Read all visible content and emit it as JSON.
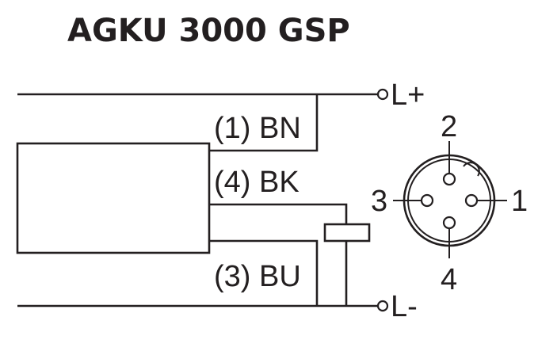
{
  "title": "AGKU 3000 GSP",
  "terminals": {
    "positive": "L+",
    "negative": "L-"
  },
  "wires": [
    {
      "label": "(1) BN"
    },
    {
      "label": "(4) BK"
    },
    {
      "label": "(3) BU"
    }
  ],
  "connector": {
    "pins": [
      {
        "label": "1"
      },
      {
        "label": "2"
      },
      {
        "label": "3"
      },
      {
        "label": "4"
      }
    ]
  }
}
